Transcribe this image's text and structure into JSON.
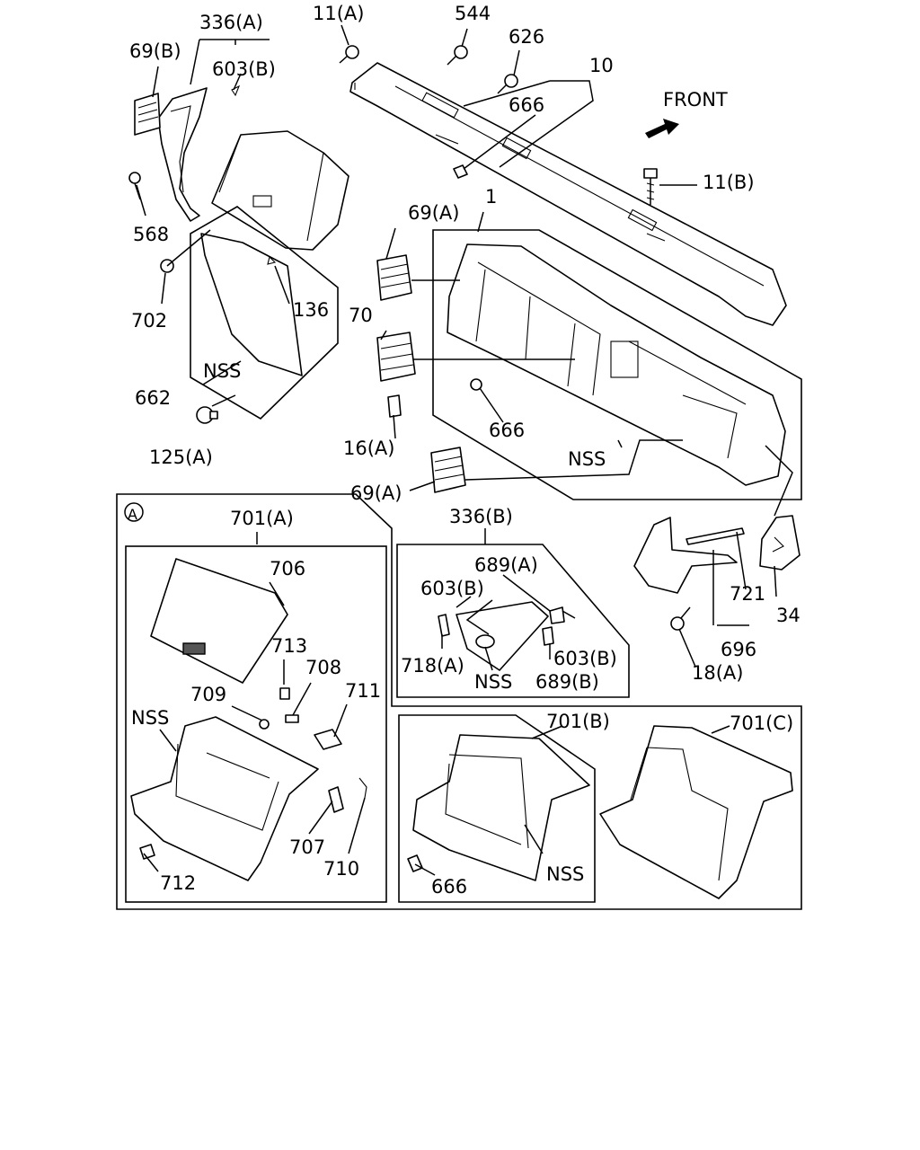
{
  "diagram": {
    "front_label": "FRONT",
    "callout_marker": "A",
    "labels": {
      "p336a": "336(A)",
      "p69b": "69(B)",
      "p603b_top": "603(B)",
      "p11a": "11(A)",
      "p544": "544",
      "p626": "626",
      "p10": "10",
      "p666_top": "666",
      "p11b": "11(B)",
      "p568": "568",
      "p702": "702",
      "p136": "136",
      "pnss_top": "NSS",
      "p662": "662",
      "p125a": "125(A)",
      "p69a_1": "69(A)",
      "p1": "1",
      "p70": "70",
      "p16a": "16(A)",
      "p666_mid": "666",
      "pnss_mid": "NSS",
      "p69a_2": "69(A)",
      "p701a": "701(A)",
      "p706": "706",
      "p713": "713",
      "p708": "708",
      "p709": "709",
      "p711": "711",
      "pnss_a": "NSS",
      "p707": "707",
      "p710": "710",
      "p712": "712",
      "p336b": "336(B)",
      "p689a": "689(A)",
      "p603b_left": "603(B)",
      "p603b_right": "603(B)",
      "p718a": "718(A)",
      "pnss_b": "NSS",
      "p689b": "689(B)",
      "p721": "721",
      "p34": "34",
      "p696": "696",
      "p18a": "18(A)",
      "p701b": "701(B)",
      "pnss_c": "NSS",
      "p666_bot": "666",
      "p701c": "701(C)"
    }
  }
}
